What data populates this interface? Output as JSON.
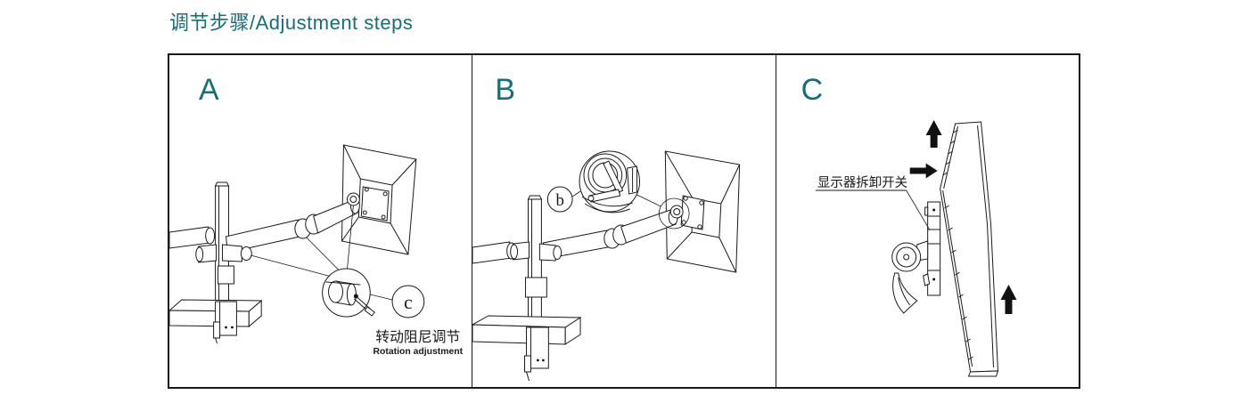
{
  "title": "调节步骤/Adjustment steps",
  "colors": {
    "accent": "#156e78",
    "line": "#1a1a1a",
    "background": "#ffffff"
  },
  "panels": {
    "a": {
      "label": "A",
      "callout_letter": "c",
      "caption_zh": "转动阻尼调节",
      "caption_en": "Rotation adjustment"
    },
    "b": {
      "label": "B",
      "callout_letter": "b"
    },
    "c": {
      "label": "C",
      "part_label": "显示器拆卸开关",
      "icons": [
        "arrow-up-icon",
        "arrow-right-icon",
        "arrow-up-icon"
      ]
    }
  }
}
